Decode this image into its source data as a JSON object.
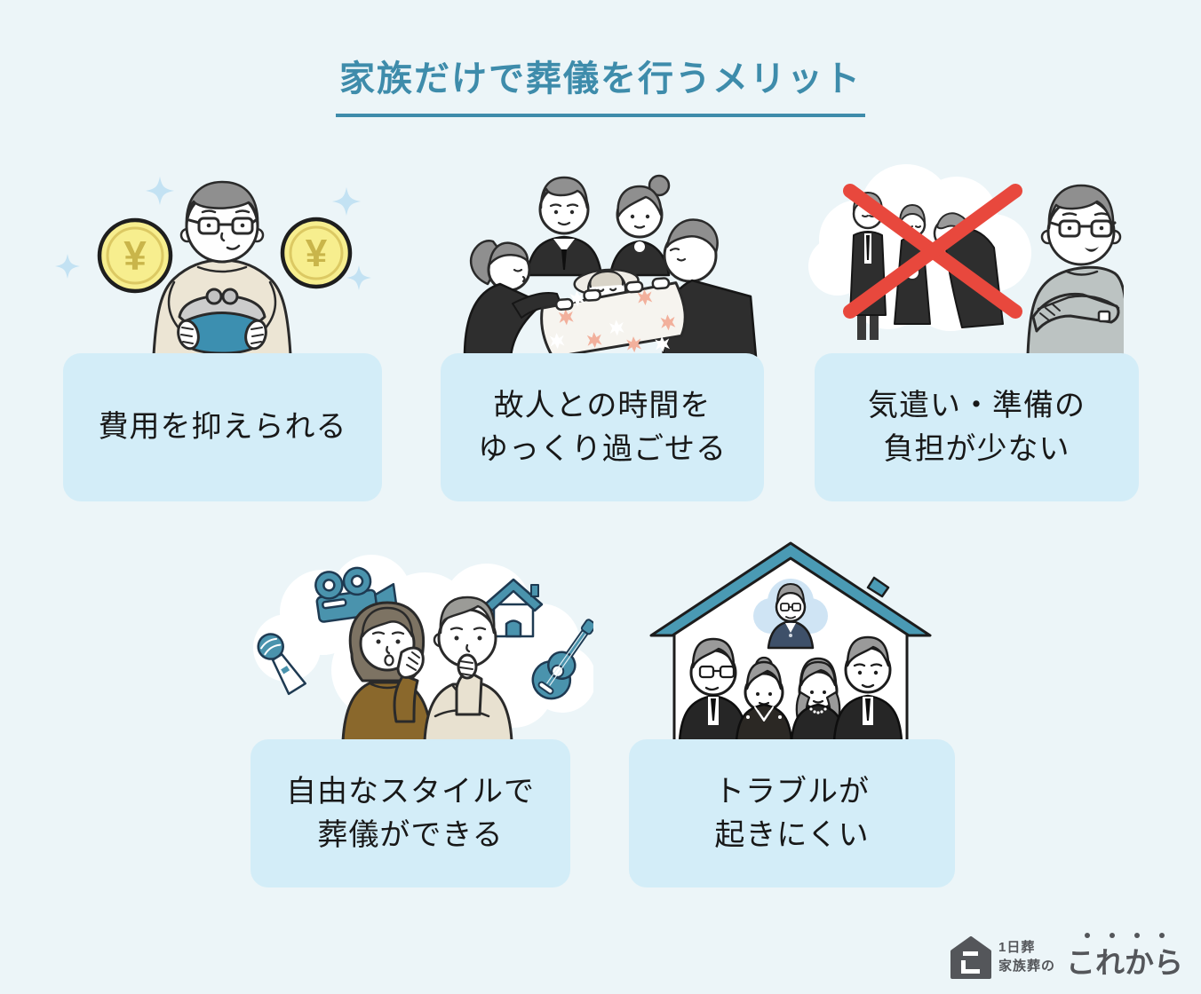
{
  "title": "家族だけで葬儀を行うメリット",
  "merits": [
    {
      "line1": "費用を抑えられる",
      "line2": "",
      "illustration": "man-holding-coin-purse-with-yen-coins"
    },
    {
      "line1": "故人との時間を",
      "line2": "ゆっくり過ごせる",
      "illustration": "family-in-mourning-around-deceased"
    },
    {
      "line1": "気遣い・準備の",
      "line2": "負担が少ない",
      "illustration": "crossed-out-guests-and-relaxed-man"
    },
    {
      "line1": "自由なスタイルで",
      "line2": "葬儀ができる",
      "illustration": "couple-imagining-camera-mic-house-guitar"
    },
    {
      "line1": "トラブルが",
      "line2": "起きにくい",
      "illustration": "family-only-inside-house-with-portrait"
    }
  ],
  "illustration_symbols": {
    "yen": "¥"
  },
  "logo": {
    "service1": "1日葬",
    "service2": "家族葬の",
    "brand": "これから"
  },
  "colors": {
    "background": "#ecf5f8",
    "card": "#d3edf8",
    "accent_teal": "#3e8cab",
    "icon_teal": "#4a93ad",
    "cross_red": "#e8483d",
    "logo_gray": "#54565a",
    "coin_yellow": "#f7ee8e",
    "purse_teal": "#3c8fb0"
  }
}
